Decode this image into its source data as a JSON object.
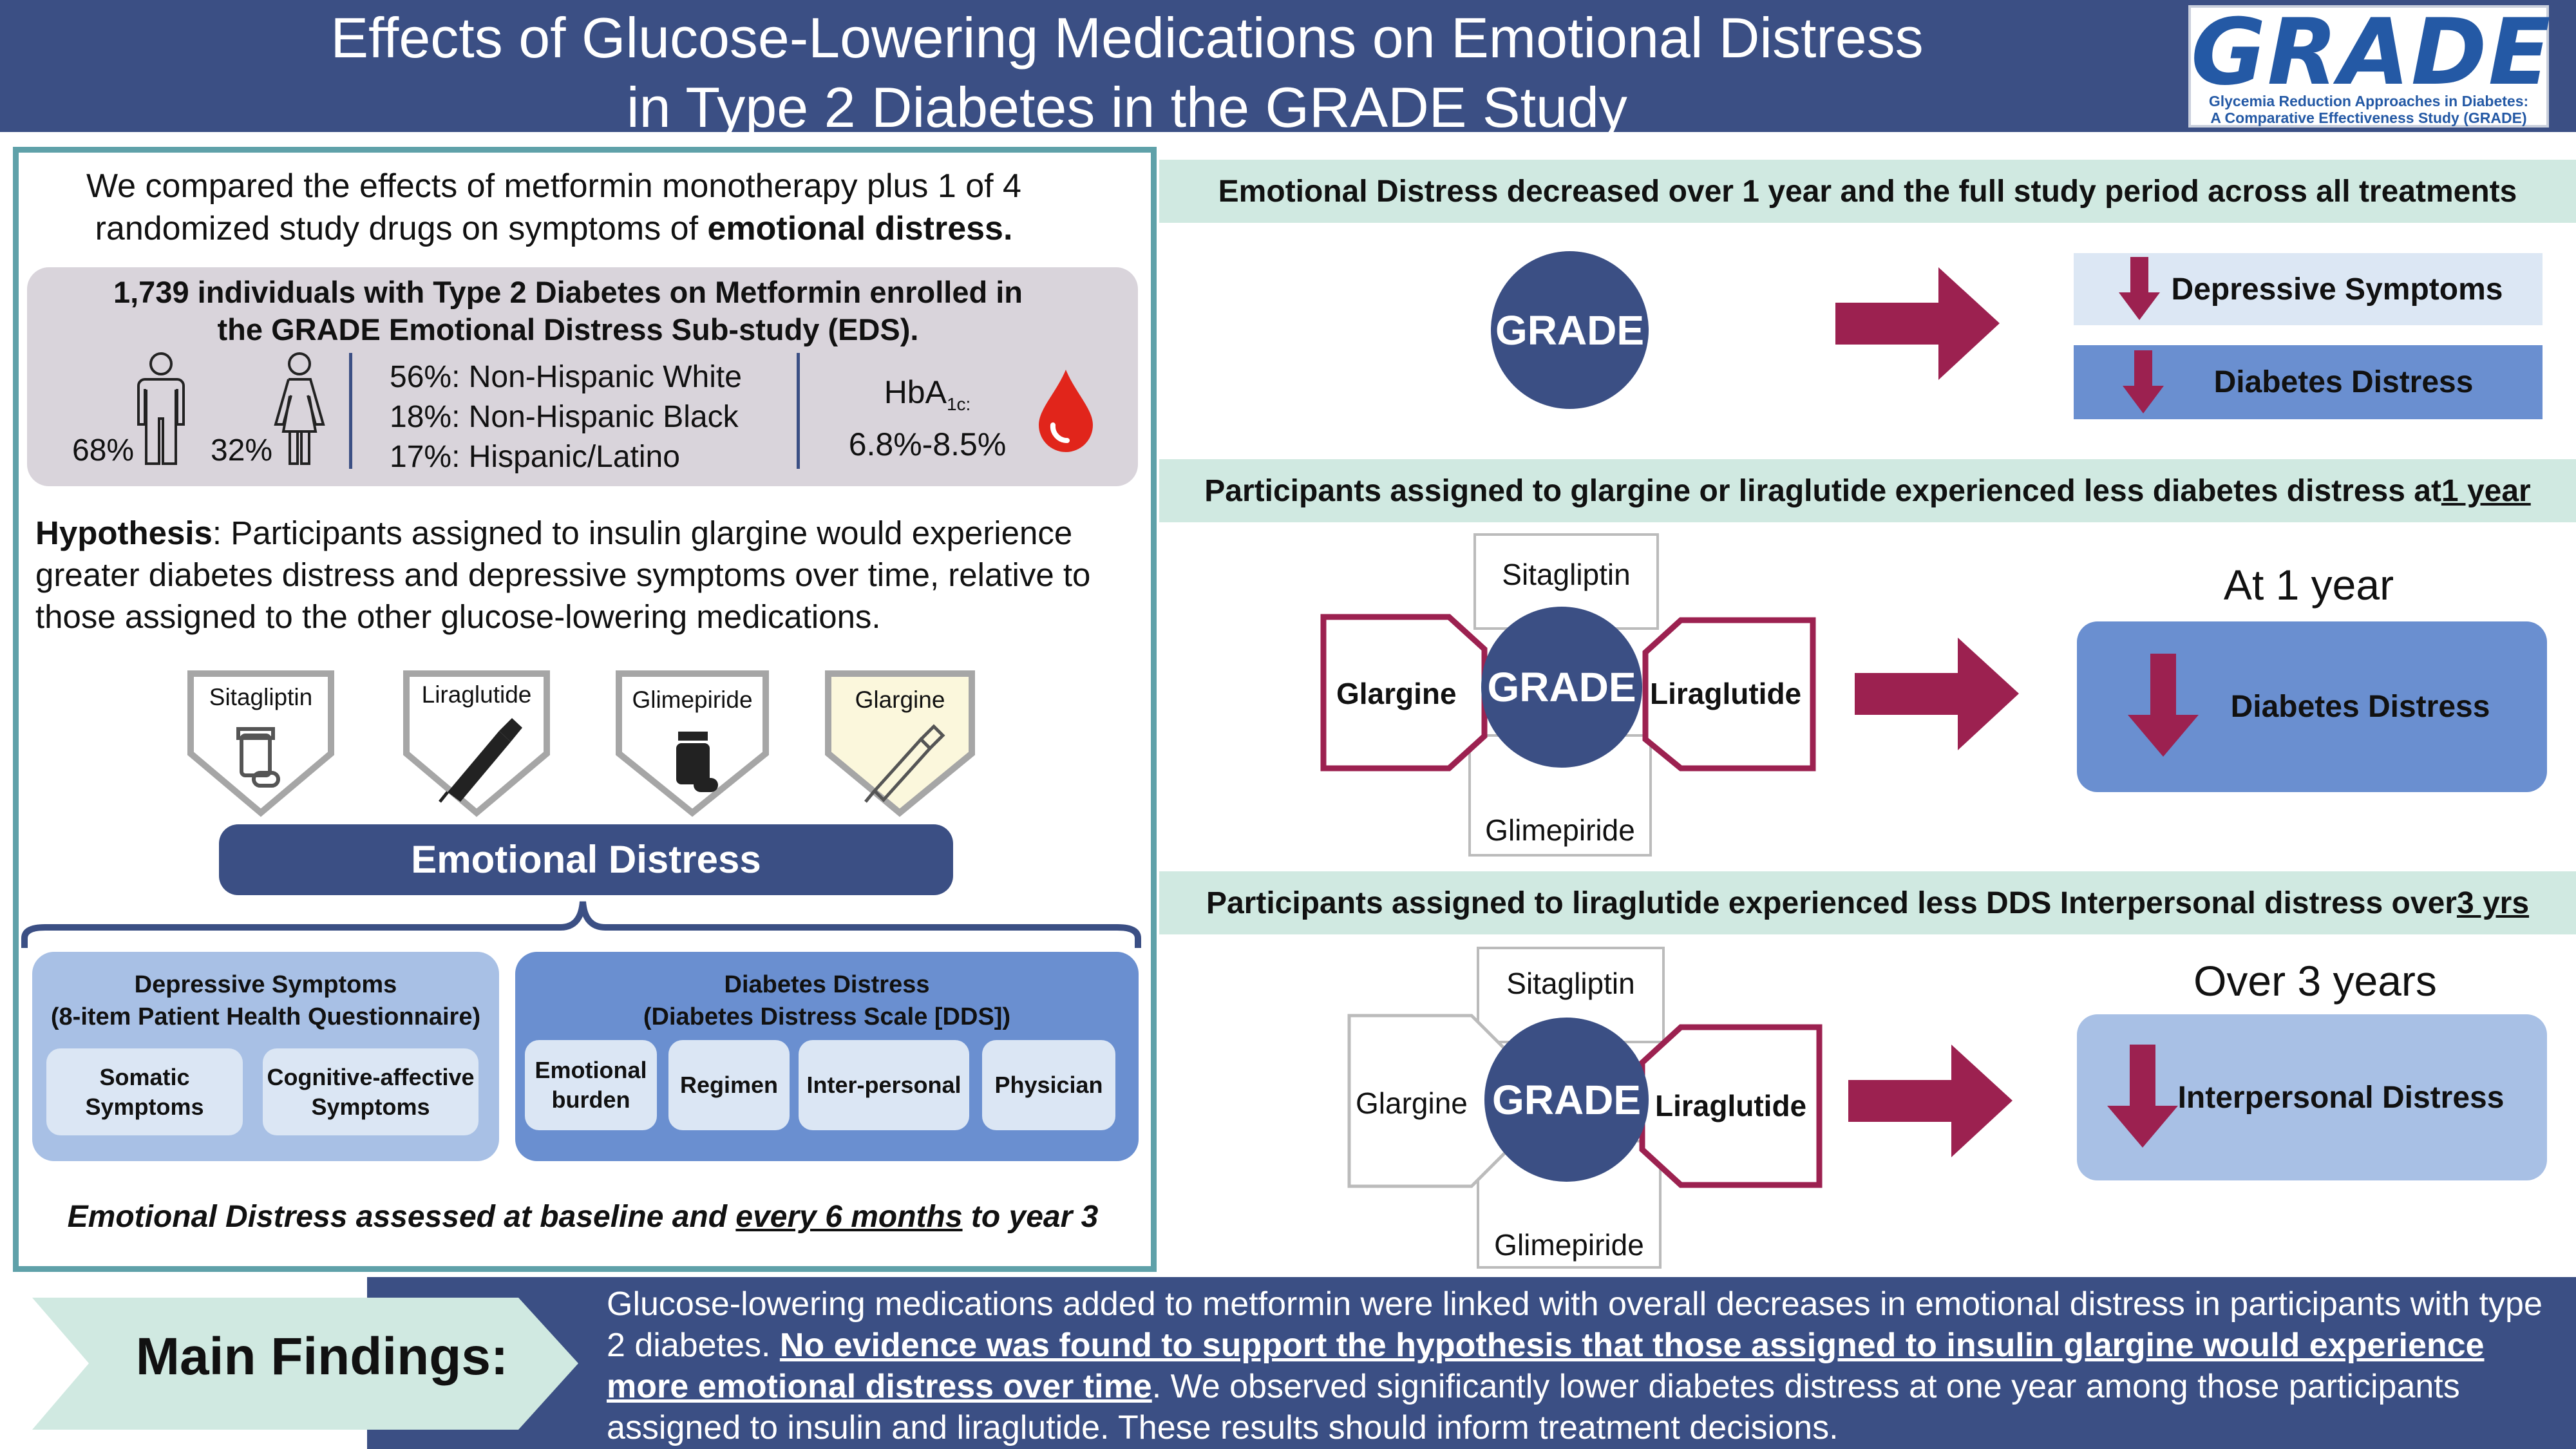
{
  "header": {
    "title_line1": "Effects of Glucose-Lowering Medications on Emotional Distress",
    "title_line2": "in Type 2 Diabetes in the GRADE Study",
    "logo_word": "GRADE",
    "logo_sub_line1": "Glycemia Reduction Approaches in Diabetes:",
    "logo_sub_line2": "A Comparative Effectiveness Study (GRADE)"
  },
  "left": {
    "intro_line1": "We compared the effects of metformin monotherapy plus 1 of 4",
    "intro_line2_pre": "randomized study drugs on symptoms of ",
    "intro_line2_bold": "emotional distress.",
    "enroll_line1": "1,739 individuals with Type 2 Diabetes on Metformin enrolled in",
    "enroll_line2": "the GRADE Emotional Distress Sub-study (EDS).",
    "male_pct": "68%",
    "female_pct": "32%",
    "demographics": [
      "56%: Non-Hispanic White",
      "18%: Non-Hispanic Black",
      "17%: Hispanic/Latino"
    ],
    "hba_label": "HbA",
    "hba_sub": "1c:",
    "hba_range": "6.8%-8.5%",
    "hypothesis_label": "Hypothesis",
    "hypothesis_text": ": Participants assigned to insulin glargine would experience greater diabetes distress and depressive symptoms over time, relative to those assigned to the other glucose-lowering medications.",
    "drugs": [
      "Sitagliptin",
      "Liraglutide",
      "Glimepiride",
      "Glargine"
    ],
    "emotional_distress": "Emotional Distress",
    "dep_title_line1": "Depressive Symptoms",
    "dep_title_line2": "(8-item Patient Health Questionnaire)",
    "dep_items": [
      "Somatic Symptoms",
      "Cognitive-affective Symptoms"
    ],
    "dds_title_line1": "Diabetes Distress",
    "dds_title_line2": "(Diabetes Distress Scale [DDS])",
    "dds_items": [
      "Emotional burden",
      "Regimen",
      "Inter-personal",
      "Physician"
    ],
    "assessed_pre": "Emotional Distress assessed at baseline and ",
    "assessed_u": "every 6 months",
    "assessed_post": " to year 3"
  },
  "right": {
    "band1": "Emotional Distress decreased over 1 year and the full study period across all treatments",
    "grade": "GRADE",
    "res1a": "Depressive Symptoms",
    "res1b": "Diabetes Distress",
    "band2_pre": "Participants assigned to glargine or liraglutide experienced less diabetes distress at ",
    "band2_u": "1 year",
    "cross2": {
      "top": "Sitagliptin",
      "left": "Glargine",
      "right": "Liraglutide",
      "bottom": "Glimepiride"
    },
    "heading2": "At 1 year",
    "res2": "Diabetes Distress",
    "band3_pre": "Participants assigned to liraglutide experienced less DDS Interpersonal distress over ",
    "band3_u": "3 yrs",
    "cross3": {
      "top": "Sitagliptin",
      "left": "Glargine",
      "right": "Liraglutide",
      "bottom": "Glimepiride"
    },
    "heading3": "Over 3 years",
    "res3": "Interpersonal Distress"
  },
  "bottom": {
    "label": "Main Findings:",
    "text_pre": "Glucose-lowering medications added to metformin were linked with overall decreases in emotional distress in participants with type 2 diabetes. ",
    "text_u": "No evidence was found to support the hypothesis that those assigned to insulin glargine would experience more emotional distress over time",
    "text_post": ". We observed significantly lower diabetes distress at one year among those participants assigned to insulin and liraglutide. These results should inform treatment decisions."
  },
  "colors": {
    "navy": "#3b4f84",
    "teal": "#5fa1a9",
    "crimson": "#9c2150",
    "mint": "#d0e9e1"
  }
}
